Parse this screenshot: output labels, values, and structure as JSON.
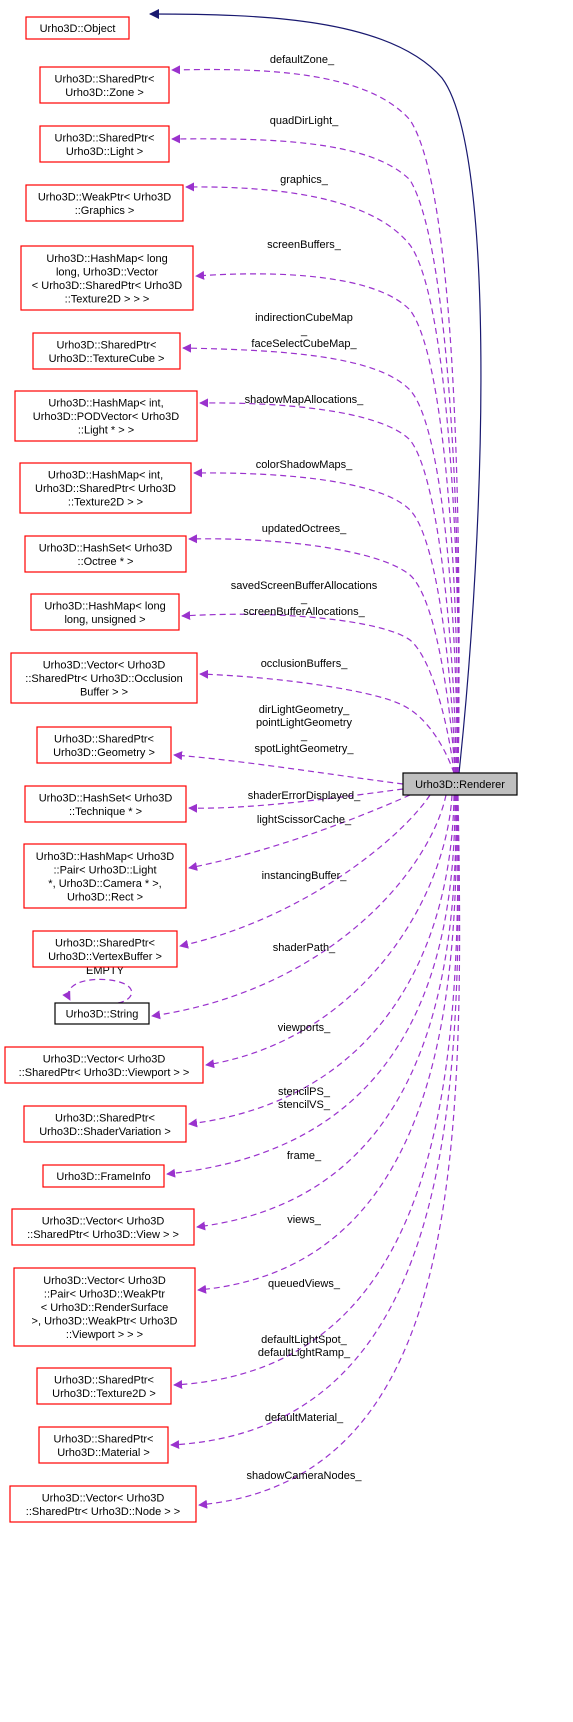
{
  "nodes": [
    {
      "id": "object",
      "lines": [
        "Urho3D::Object"
      ]
    },
    {
      "id": "defaultzone",
      "lines": [
        "Urho3D::SharedPtr<",
        "Urho3D::Zone >"
      ]
    },
    {
      "id": "quaddirlight",
      "lines": [
        "Urho3D::SharedPtr<",
        "Urho3D::Light >"
      ]
    },
    {
      "id": "graphics",
      "lines": [
        "Urho3D::WeakPtr< Urho3D",
        "::Graphics >"
      ]
    },
    {
      "id": "screenbuffers",
      "lines": [
        "Urho3D::HashMap< long",
        "long, Urho3D::Vector",
        "< Urho3D::SharedPtr< Urho3D",
        "::Texture2D > > >"
      ]
    },
    {
      "id": "texturecube",
      "lines": [
        "Urho3D::SharedPtr<",
        "Urho3D::TextureCube >"
      ]
    },
    {
      "id": "shadowmapalloc",
      "lines": [
        "Urho3D::HashMap< int,",
        "Urho3D::PODVector< Urho3D",
        "::Light * > >"
      ]
    },
    {
      "id": "colorshadowmaps",
      "lines": [
        "Urho3D::HashMap< int,",
        "Urho3D::SharedPtr< Urho3D",
        "::Texture2D > >"
      ]
    },
    {
      "id": "updatedoctrees",
      "lines": [
        "Urho3D::HashSet< Urho3D",
        "::Octree * >"
      ]
    },
    {
      "id": "bufferalloc",
      "lines": [
        "Urho3D::HashMap< long",
        "long, unsigned >"
      ]
    },
    {
      "id": "occlusionbuffers",
      "lines": [
        "Urho3D::Vector< Urho3D",
        "::SharedPtr< Urho3D::Occlusion",
        "Buffer > >"
      ]
    },
    {
      "id": "geometry",
      "lines": [
        "Urho3D::SharedPtr<",
        "Urho3D::Geometry >"
      ]
    },
    {
      "id": "technique",
      "lines": [
        "Urho3D::HashSet< Urho3D",
        "::Technique * >"
      ]
    },
    {
      "id": "scissorcache",
      "lines": [
        "Urho3D::HashMap< Urho3D",
        "::Pair< Urho3D::Light",
        "*, Urho3D::Camera * >,",
        "Urho3D::Rect >"
      ]
    },
    {
      "id": "vertexbuffer",
      "lines": [
        "Urho3D::SharedPtr<",
        "Urho3D::VertexBuffer >"
      ]
    },
    {
      "id": "string",
      "lines": [
        "Urho3D::String"
      ]
    },
    {
      "id": "viewports",
      "lines": [
        "Urho3D::Vector< Urho3D",
        "::SharedPtr< Urho3D::Viewport > >"
      ]
    },
    {
      "id": "shadervariation",
      "lines": [
        "Urho3D::SharedPtr<",
        "Urho3D::ShaderVariation >"
      ]
    },
    {
      "id": "frameinfo",
      "lines": [
        "Urho3D::FrameInfo"
      ]
    },
    {
      "id": "views",
      "lines": [
        "Urho3D::Vector< Urho3D",
        "::SharedPtr< Urho3D::View > >"
      ]
    },
    {
      "id": "queuedviews",
      "lines": [
        "Urho3D::Vector< Urho3D",
        "::Pair< Urho3D::WeakPtr",
        "< Urho3D::RenderSurface",
        ">, Urho3D::WeakPtr< Urho3D",
        "::Viewport > > >"
      ]
    },
    {
      "id": "texture2d",
      "lines": [
        "Urho3D::SharedPtr<",
        "Urho3D::Texture2D >"
      ]
    },
    {
      "id": "material",
      "lines": [
        "Urho3D::SharedPtr<",
        "Urho3D::Material >"
      ]
    },
    {
      "id": "shadowcameranodes",
      "lines": [
        "Urho3D::Vector< Urho3D",
        "::SharedPtr< Urho3D::Node > >"
      ]
    },
    {
      "id": "renderer",
      "lines": [
        "Urho3D::Renderer"
      ]
    }
  ],
  "edges": [
    {
      "from": "object",
      "style": "solid",
      "labels": []
    },
    {
      "from": "defaultzone",
      "style": "dashed",
      "labels": [
        "defaultZone_"
      ]
    },
    {
      "from": "quaddirlight",
      "style": "dashed",
      "labels": [
        "quadDirLight_"
      ]
    },
    {
      "from": "graphics",
      "style": "dashed",
      "labels": [
        "graphics_"
      ]
    },
    {
      "from": "screenbuffers",
      "style": "dashed",
      "labels": [
        "screenBuffers_"
      ]
    },
    {
      "from": "texturecube",
      "style": "dashed",
      "labels": [
        "indirectionCubeMap",
        "_",
        "faceSelectCubeMap_"
      ]
    },
    {
      "from": "shadowmapalloc",
      "style": "dashed",
      "labels": [
        "shadowMapAllocations_"
      ]
    },
    {
      "from": "colorshadowmaps",
      "style": "dashed",
      "labels": [
        "colorShadowMaps_"
      ]
    },
    {
      "from": "updatedoctrees",
      "style": "dashed",
      "labels": [
        "updatedOctrees_"
      ]
    },
    {
      "from": "bufferalloc",
      "style": "dashed",
      "labels": [
        "savedScreenBufferAllocations",
        "_",
        "screenBufferAllocations_"
      ]
    },
    {
      "from": "occlusionbuffers",
      "style": "dashed",
      "labels": [
        "occlusionBuffers_"
      ]
    },
    {
      "from": "geometry",
      "style": "dashed",
      "labels": [
        "dirLightGeometry_",
        "pointLightGeometry",
        "_",
        "spotLightGeometry_"
      ]
    },
    {
      "from": "technique",
      "style": "dashed",
      "labels": [
        "shaderErrorDisplayed_"
      ]
    },
    {
      "from": "scissorcache",
      "style": "dashed",
      "labels": [
        "lightScissorCache_"
      ]
    },
    {
      "from": "vertexbuffer",
      "style": "dashed",
      "labels": [
        "instancingBuffer_"
      ]
    },
    {
      "from": "string",
      "style": "dashed",
      "labels": [
        "shaderPath_"
      ]
    },
    {
      "from": "string",
      "style": "self",
      "labels": [
        "EMPTY"
      ]
    },
    {
      "from": "viewports",
      "style": "dashed",
      "labels": [
        "viewports_"
      ]
    },
    {
      "from": "shadervariation",
      "style": "dashed",
      "labels": [
        "stencilPS_",
        "stencilVS_"
      ]
    },
    {
      "from": "frameinfo",
      "style": "dashed",
      "labels": [
        "frame_"
      ]
    },
    {
      "from": "views",
      "style": "dashed",
      "labels": [
        "views_"
      ]
    },
    {
      "from": "queuedviews",
      "style": "dashed",
      "labels": [
        "queuedViews_"
      ]
    },
    {
      "from": "texture2d",
      "style": "dashed",
      "labels": [
        "defaultLightSpot_",
        "defaultLightRamp_"
      ]
    },
    {
      "from": "material",
      "style": "dashed",
      "labels": [
        "defaultMaterial_"
      ]
    },
    {
      "from": "shadowcameranodes",
      "style": "dashed",
      "labels": [
        "shadowCameraNodes_"
      ]
    }
  ],
  "colors": {
    "node_border": "#ff0000",
    "dashed_edge": "#9a32cd",
    "solid_edge": "#191970",
    "focus_fill": "#bfbfbf"
  }
}
